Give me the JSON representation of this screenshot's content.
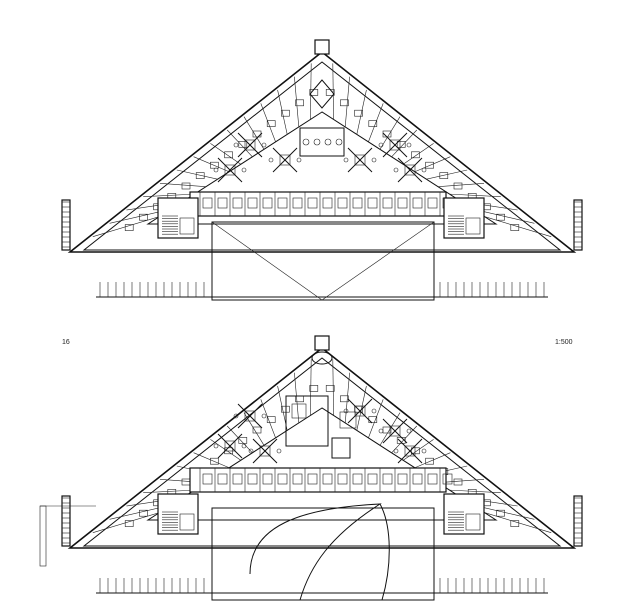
{
  "page_number": "16",
  "scale_label": "1:500",
  "colors": {
    "ink": "#111111",
    "paper": "#ffffff"
  },
  "plans": [
    {
      "name": "upper-floor-plan",
      "variant": "upper"
    },
    {
      "name": "lower-floor-plan",
      "variant": "lower"
    }
  ]
}
